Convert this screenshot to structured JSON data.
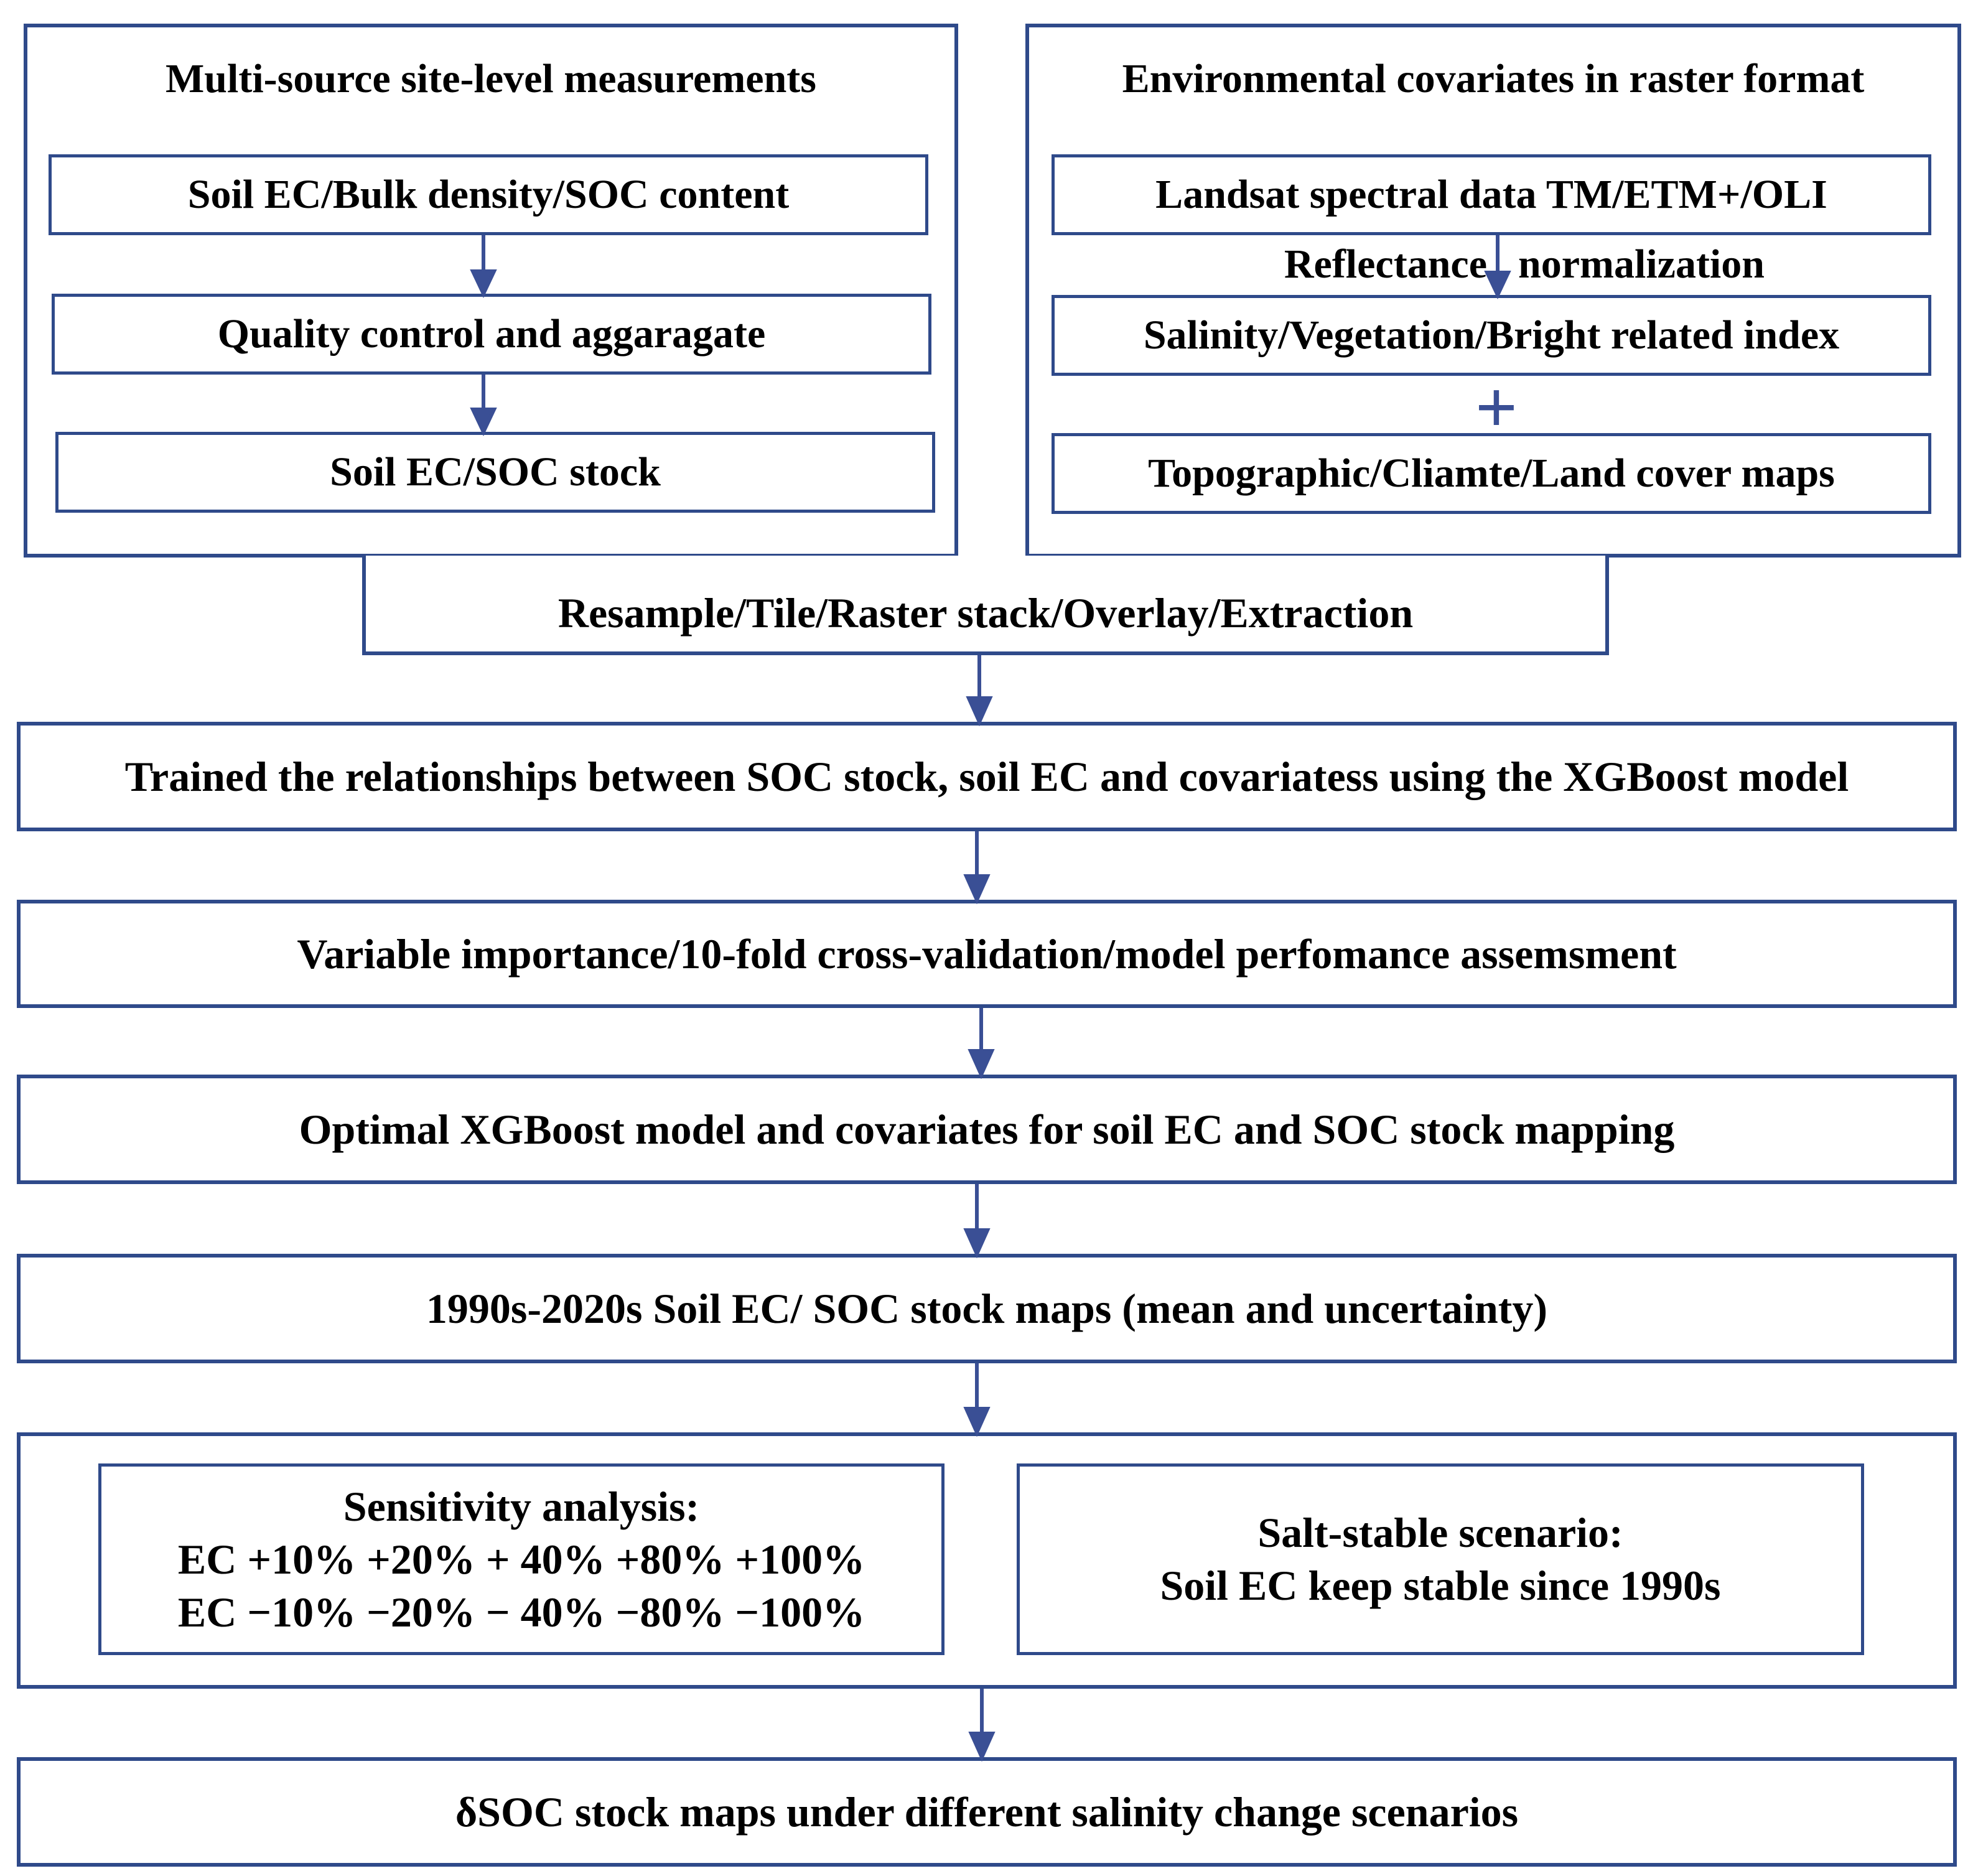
{
  "left_panel": {
    "title": "Multi-source site-level measurements",
    "steps": [
      "Soil EC/Bulk density/SOC content",
      "Quality control and aggaragate",
      "Soil EC/SOC stock"
    ]
  },
  "right_panel": {
    "title": "Environmental covariates in raster format",
    "steps": [
      "Landsat spectral data TM/ETM+/OLI",
      "Salinity/Vegetation/Bright related index",
      "Topographic/Cliamte/Land cover maps"
    ],
    "arrow_label_left": "Reflectance",
    "arrow_label_right": "normalization",
    "plus_symbol": "+"
  },
  "merge_step": "Resample/Tile/Raster stack/Overlay/Extraction",
  "pipeline": [
    "Trained the relationships between SOC stock, soil EC and covariatess using the XGBoost model",
    "Variable importance/10-fold cross-validation/model perfomance assemsment",
    "Optimal XGBoost model and covariates for soil EC and SOC stock mapping",
    "1990s-2020s Soil EC/ SOC stock maps (mean and uncertainty)"
  ],
  "scenarios": {
    "sensitivity": {
      "title": "Sensitivity analysis:",
      "line1": "EC +10% +20% + 40% +80% +100%",
      "line2": "EC −10% −20% − 40% −80% −100%"
    },
    "salt_stable": {
      "title": "Salt-stable scenario:",
      "line1": "Soil EC keep stable since 1990s"
    }
  },
  "final_step": "δSOC stock maps under different salinity change scenarios",
  "colors": {
    "border": "#2f4a8a",
    "arrow": "#3a4f95",
    "text": "#000000"
  }
}
